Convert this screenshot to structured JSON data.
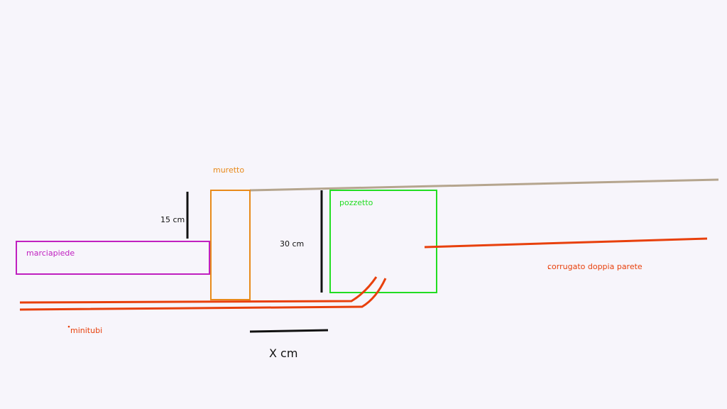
{
  "labels": {
    "muretto": "muretto",
    "pozzetto": "pozzetto",
    "marciapiede": "marciapiede",
    "height_15": "15 cm",
    "height_30": "30 cm",
    "corrugato": "corrugato doppia parete",
    "minitubi": "minitubi",
    "width_x": "X cm"
  },
  "colors": {
    "background": "#f7f5fb",
    "muretto": "#e88a1a",
    "pozzetto": "#22dd22",
    "marciapiede": "#c020c0",
    "pipes": "#e8400c",
    "ground": "#b5a58e",
    "dimension": "#111111"
  }
}
